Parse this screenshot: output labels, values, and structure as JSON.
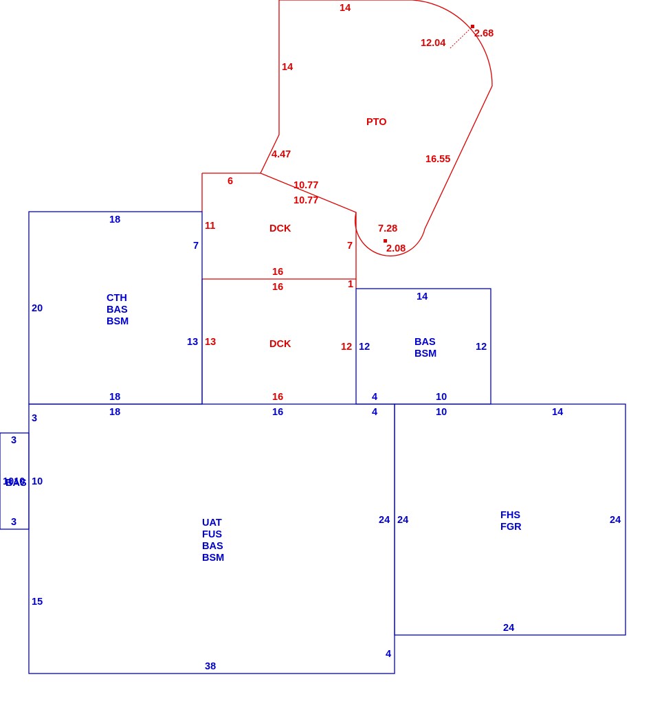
{
  "colors": {
    "house": "#0000cc",
    "exterior": "#dd0000"
  },
  "areas": {
    "pto": {
      "lines": [
        "PTO"
      ]
    },
    "dck_upper": {
      "lines": [
        "DCK"
      ]
    },
    "dck_lower": {
      "lines": [
        "DCK"
      ]
    },
    "cth": {
      "lines": [
        "CTH",
        "BAS",
        "BSM"
      ]
    },
    "bas_right": {
      "lines": [
        "BAS",
        "BSM"
      ]
    },
    "uat": {
      "lines": [
        "UAT",
        "FUS",
        "BAS",
        "BSM"
      ]
    },
    "fhs": {
      "lines": [
        "FHS",
        "FGR"
      ]
    },
    "bas_small": {
      "lines": [
        "BAS"
      ]
    }
  },
  "dimensions": {
    "pto_top": "14",
    "pto_left": "14",
    "pto_arc_top_chord": "12.04",
    "pto_arc_top_height": "2.68",
    "pto_diag_left": "4.47",
    "pto_diag_right": "16.55",
    "pto_bottom_edge": "10.77",
    "pto_arc_bottom_chord": "7.28",
    "pto_arc_bottom_height": "2.08",
    "dck_upper_top": "6",
    "dck_upper_diag": "10.77",
    "dck_upper_left": "11",
    "dck_upper_right": "7",
    "dck_upper_bottom": "16",
    "dck_lower_top": "16",
    "dck_lower_right_top": "1",
    "dck_lower_left": "13",
    "dck_lower_right": "12",
    "dck_lower_bottom": "16",
    "cth_top": "18",
    "cth_left": "20",
    "cth_right_upper": "7",
    "cth_right_lower": "13",
    "cth_bottom": "18",
    "bas_right_top": "14",
    "bas_right_left": "12",
    "bas_right_right": "12",
    "bas_right_bottom_a": "4",
    "bas_right_bottom_b": "10",
    "uat_top_a": "18",
    "uat_top_b": "16",
    "uat_top_c": "4",
    "uat_left_top": "3",
    "uat_left_mid": "10",
    "uat_left_bottom": "15",
    "uat_right": "24",
    "uat_right_bottom": "4",
    "uat_bottom": "38",
    "fhs_top_a": "10",
    "fhs_top_b": "14",
    "fhs_left": "24",
    "fhs_right": "24",
    "fhs_bottom": "24",
    "bas_small_top": "3",
    "bas_small_mid": "1010",
    "bas_small_bottom": "3"
  }
}
